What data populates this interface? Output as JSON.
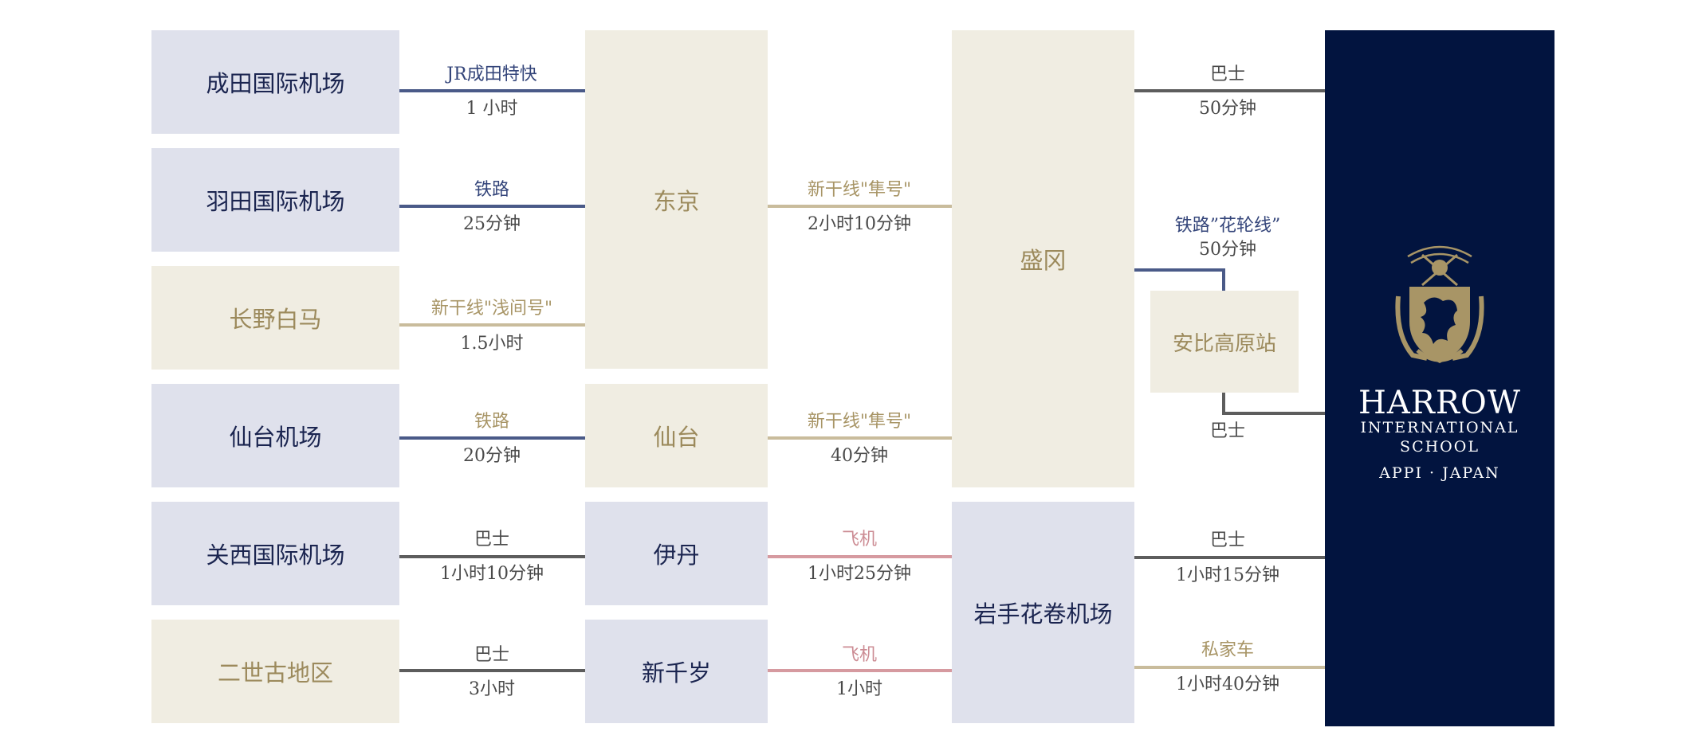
{
  "colors": {
    "navy_box": "#02143f",
    "blue_box": "#dfe1ec",
    "beige_box": "#f0ede2",
    "navy_line": "#4a5a88",
    "gold_line": "#c9bc9c",
    "dark_line": "#5d5d5d",
    "pink_line": "#d69aa0"
  },
  "origins": {
    "narita": "成田国际机场",
    "haneda": "羽田国际机场",
    "nagano": "长野白马",
    "sendai_airport": "仙台机场",
    "kansai": "关西国际机场",
    "niseko": "二世古地区"
  },
  "hubs": {
    "tokyo": "东京",
    "sendai": "仙台",
    "itami": "伊丹",
    "shin_chitose": "新千岁",
    "morioka": "盛冈",
    "iwate": "岩手花卷机场",
    "appi_kogen": "安比高原站"
  },
  "routes": {
    "narita_tokyo": {
      "mode": "JR成田特快",
      "time": "1 小时"
    },
    "haneda_tokyo": {
      "mode": "铁路",
      "time": "25分钟"
    },
    "nagano_tokyo": {
      "mode": "新干线\"浅间号\"",
      "time": "1.5小时"
    },
    "sendai_airport_sendai": {
      "mode": "铁路",
      "time": "20分钟"
    },
    "kansai_itami": {
      "mode": "巴士",
      "time": "1小时10分钟"
    },
    "niseko_shinchitose": {
      "mode": "巴士",
      "time": "3小时"
    },
    "tokyo_morioka": {
      "mode": "新干线\"隼号\"",
      "time": "2小时10分钟"
    },
    "sendai_morioka": {
      "mode": "新干线\"隼号\"",
      "time": "40分钟"
    },
    "itami_iwate": {
      "mode": "飞机",
      "time": "1小时25分钟"
    },
    "shinchitose_iwate": {
      "mode": "飞机",
      "time": "1小时"
    },
    "morioka_school_bus": {
      "mode": "巴士",
      "time": "50分钟"
    },
    "morioka_appi_rail": {
      "mode": "铁路”花轮线”",
      "time": "50分钟"
    },
    "appi_school": {
      "mode": "巴士"
    },
    "iwate_school_bus": {
      "mode": "巴士",
      "time": "1小时15分钟"
    },
    "iwate_school_car": {
      "mode": "私家车",
      "time": "1小时40分钟"
    }
  },
  "school": {
    "name": "HARROW",
    "line1": "INTERNATIONAL",
    "line2": "SCHOOL",
    "location": "APPI · JAPAN",
    "crest_icon": "lion-crest-icon"
  }
}
